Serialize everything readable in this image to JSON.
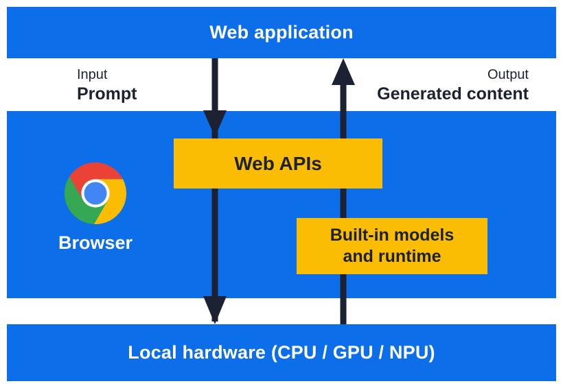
{
  "colors": {
    "panel_blue": "#0c6ee9",
    "accent_yellow": "#fbbc04",
    "ink_navy": "#1c2133",
    "label_white": "#ffffff",
    "chrome_red": "#ea4335",
    "chrome_yellow": "#fbbc04",
    "chrome_green": "#34a853",
    "chrome_blue": "#4285f4"
  },
  "top_bar": {
    "label": "Web application"
  },
  "flow": {
    "input_caption": "Input",
    "input_value": "Prompt",
    "output_caption": "Output",
    "output_value": "Generated content"
  },
  "browser_panel": {
    "icon": "chrome-logo-icon",
    "label": "Browser",
    "web_apis": {
      "label": "Web APIs"
    },
    "builtin": {
      "line1": "Built-in models",
      "line2": "and runtime"
    }
  },
  "bottom_bar": {
    "label": "Local hardware (CPU / GPU / NPU)"
  }
}
